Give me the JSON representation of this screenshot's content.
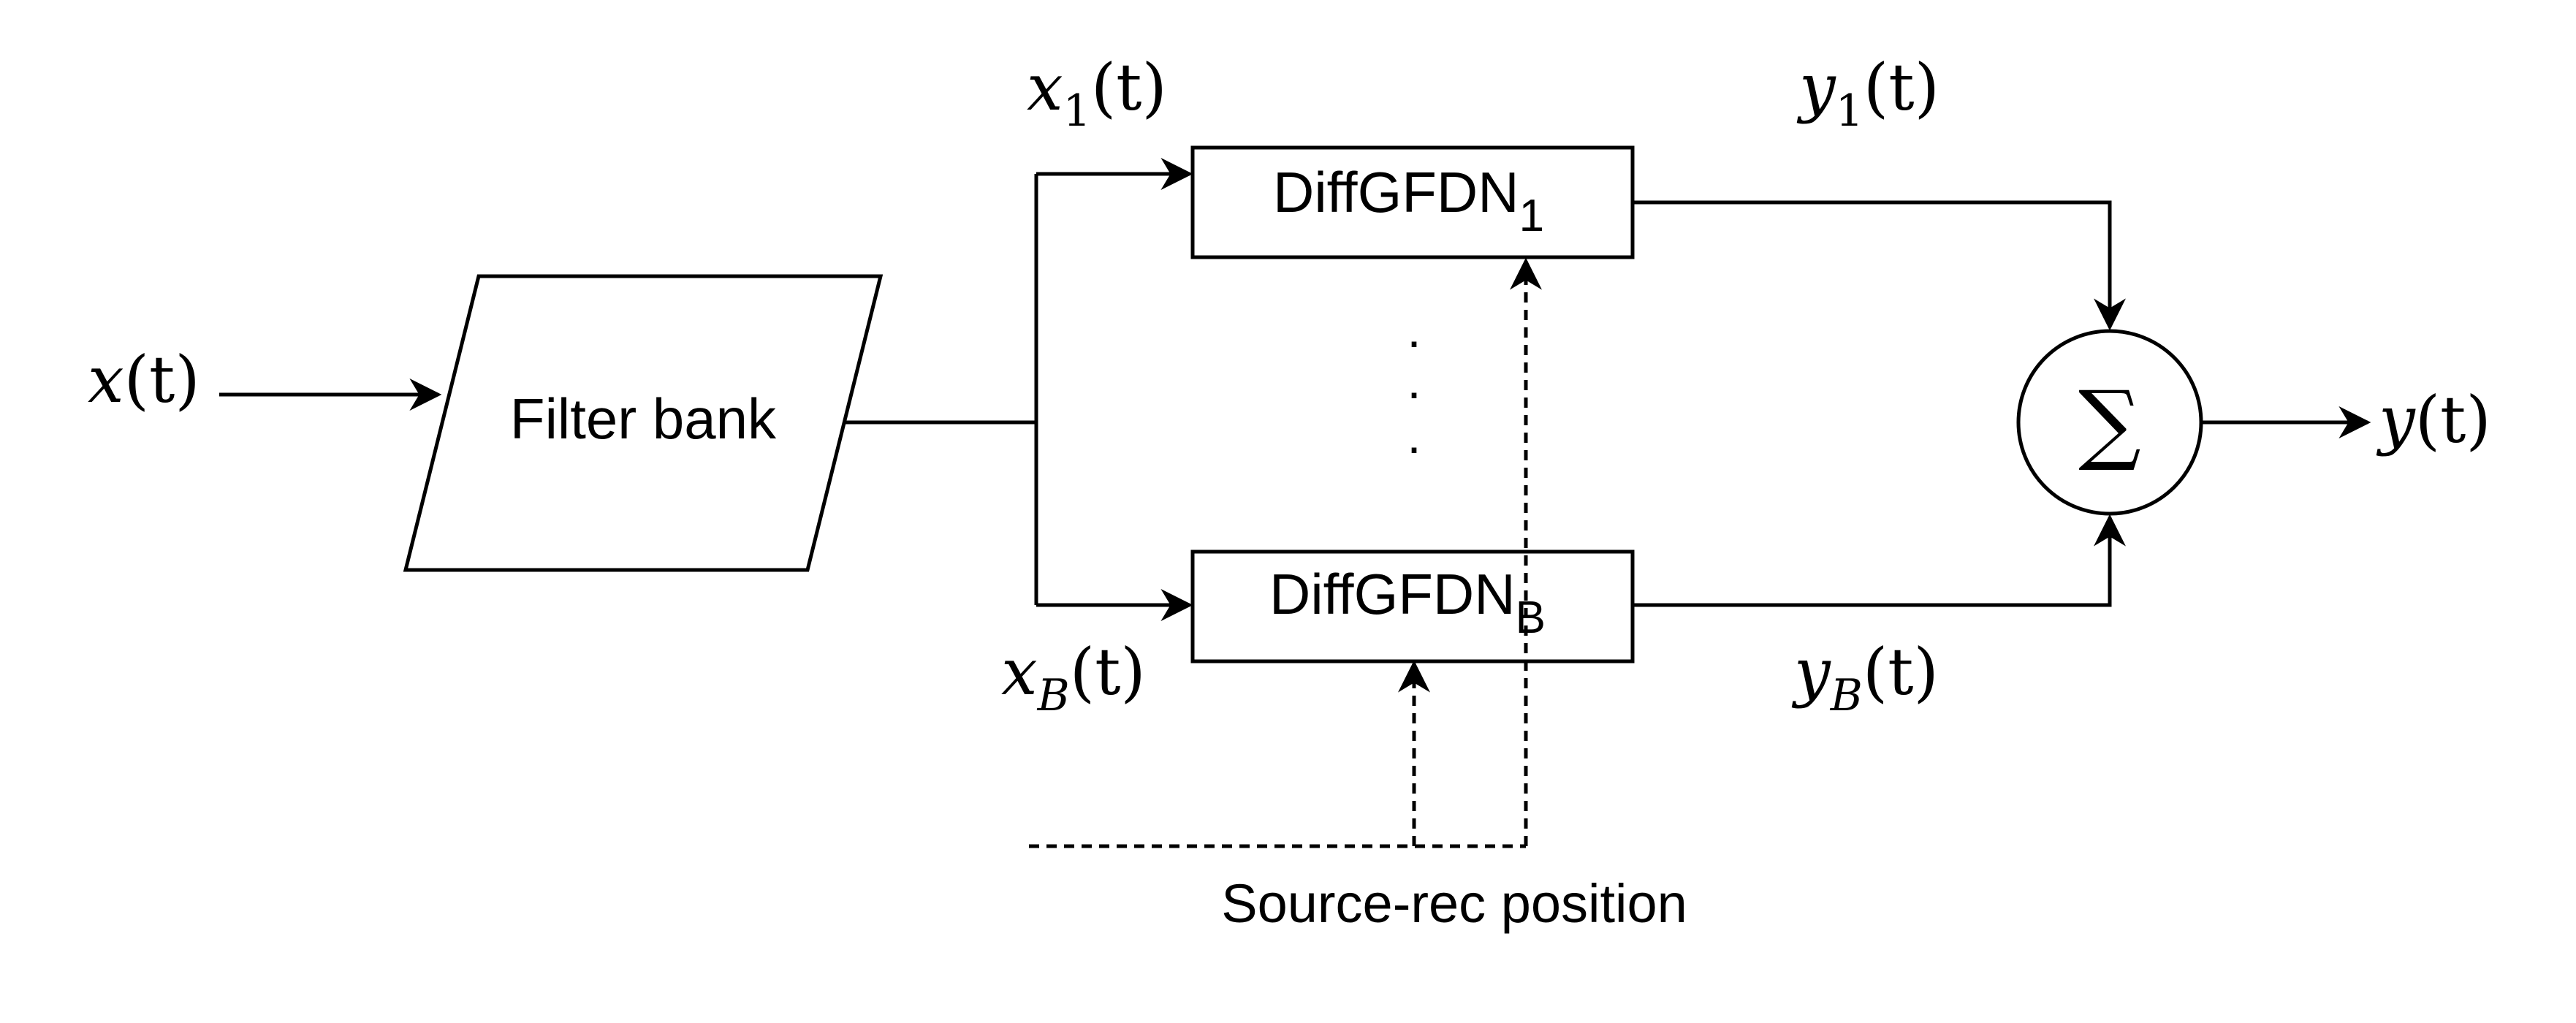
{
  "diagram": {
    "input_signal": {
      "base": "x",
      "arg": "(t)"
    },
    "filter_bank_label": "Filter bank",
    "branch_top_input": {
      "base": "x",
      "sub": "1",
      "arg": "(t)"
    },
    "branch_bottom_input": {
      "base": "x",
      "sub": "B",
      "arg": "(t)"
    },
    "block_top": {
      "base": "DiffGFDN",
      "sub": "1"
    },
    "block_bottom": {
      "base": "DiffGFDN",
      "sub": "B"
    },
    "ellipsis": "·",
    "branch_top_output": {
      "base": "y",
      "sub": "1",
      "arg": "(t)"
    },
    "branch_bottom_output": {
      "base": "y",
      "sub": "B",
      "arg": "(t)"
    },
    "sum_symbol": "∑",
    "output_signal": {
      "base": "y",
      "arg": "(t)"
    },
    "control_label": "Source-rec position"
  },
  "colors": {
    "stroke": "#000000",
    "background": "#ffffff"
  }
}
